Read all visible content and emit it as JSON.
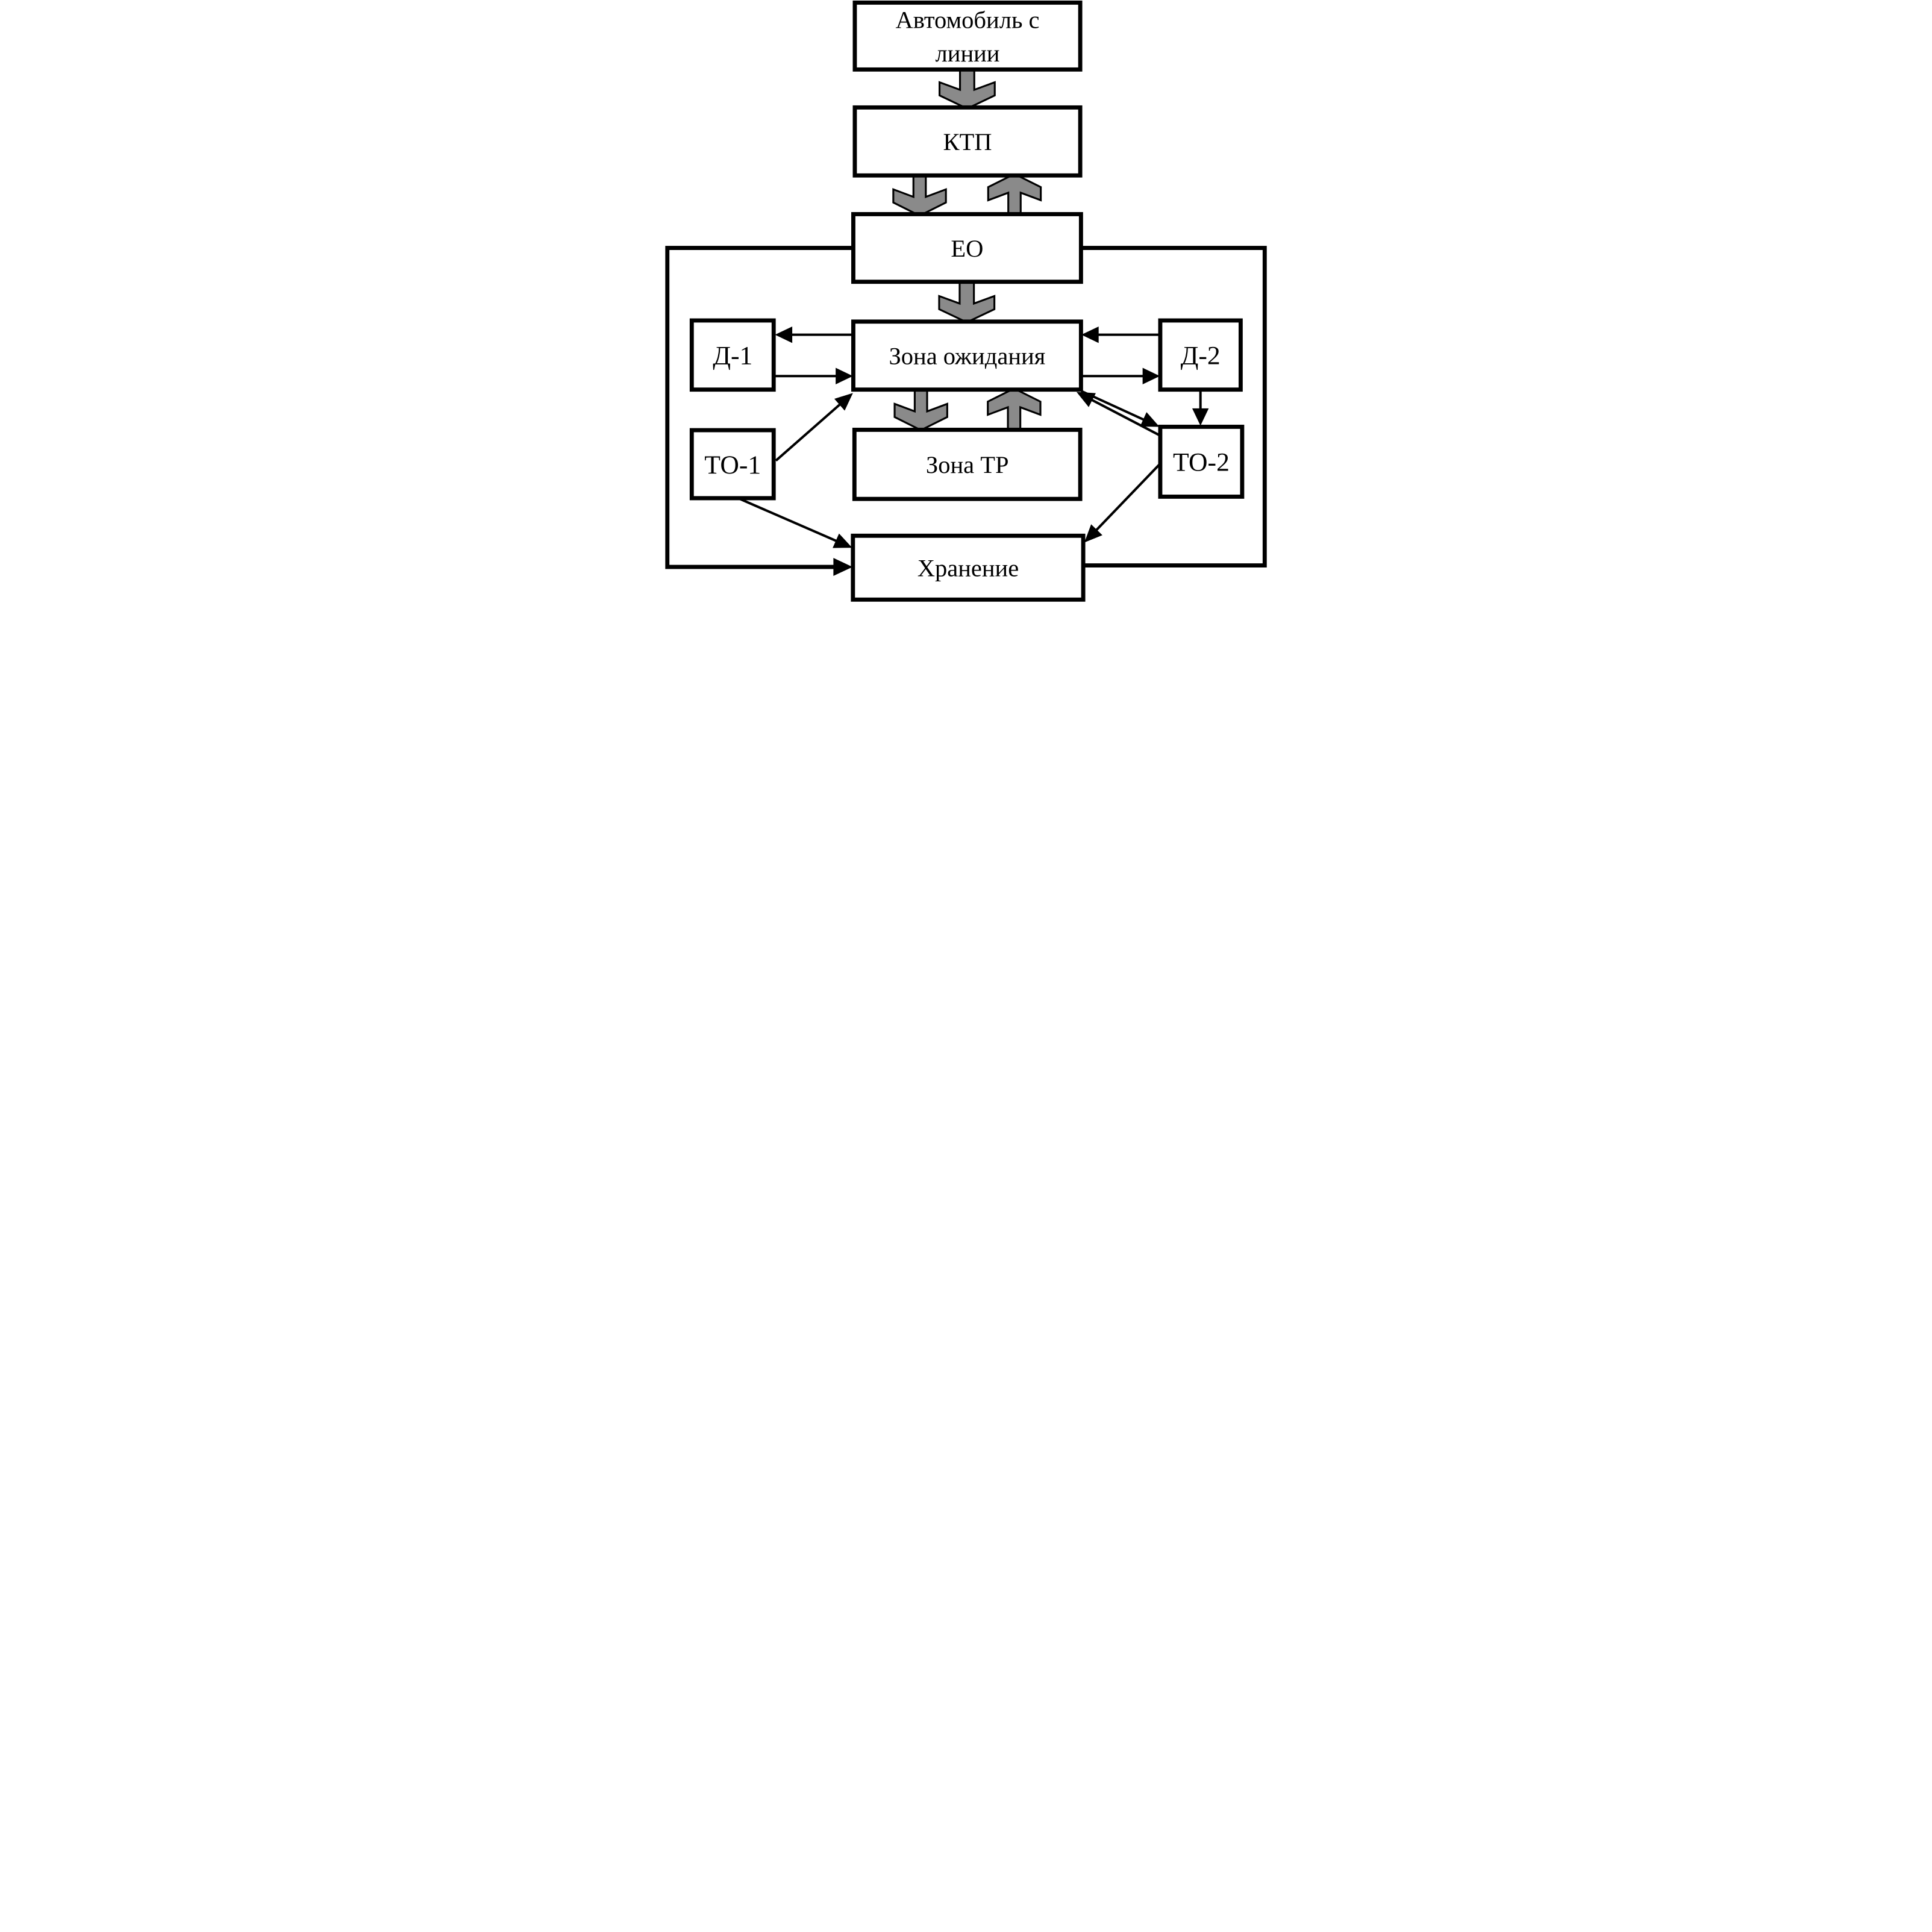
{
  "diagram": {
    "language": "ru",
    "colors": {
      "background": "#ffffff",
      "line": "#000000",
      "big_arrow_fill": "#8a8a8a"
    },
    "nodes": {
      "avto": {
        "line1": "Автомобиль с",
        "line2": "линии"
      },
      "ktp": {
        "label": "КТП"
      },
      "eo": {
        "label": "ЕО"
      },
      "wait": {
        "label": "Зона ожидания"
      },
      "tr": {
        "label": "Зона ТР"
      },
      "store": {
        "label": "Хранение"
      },
      "d1": {
        "label": "Д-1"
      },
      "d2": {
        "label": "Д-2"
      },
      "to1": {
        "label": "ТО-1"
      },
      "to2": {
        "label": "ТО-2"
      }
    },
    "edges": [
      {
        "from": "avto",
        "to": "ktp",
        "style": "big-gray"
      },
      {
        "from": "ktp",
        "to": "eo",
        "style": "big-gray"
      },
      {
        "from": "eo",
        "to": "ktp",
        "style": "big-gray"
      },
      {
        "from": "eo",
        "to": "wait",
        "style": "big-gray"
      },
      {
        "from": "wait",
        "to": "tr",
        "style": "big-gray"
      },
      {
        "from": "tr",
        "to": "wait",
        "style": "big-gray"
      },
      {
        "from": "wait",
        "to": "d1",
        "style": "thin"
      },
      {
        "from": "d1",
        "to": "wait",
        "style": "thin"
      },
      {
        "from": "d2",
        "to": "wait",
        "style": "thin"
      },
      {
        "from": "wait",
        "to": "d2",
        "style": "thin"
      },
      {
        "from": "d2",
        "to": "to2",
        "style": "thin"
      },
      {
        "from": "to1",
        "to": "wait",
        "style": "thin"
      },
      {
        "from": "to1",
        "to": "store",
        "style": "thin"
      },
      {
        "from": "wait",
        "to": "to2",
        "style": "thin"
      },
      {
        "from": "to2",
        "to": "wait",
        "style": "thin"
      },
      {
        "from": "to2",
        "to": "store",
        "style": "thin"
      },
      {
        "from": "eo",
        "to": "store",
        "style": "loop-left-arrow"
      },
      {
        "from": "store",
        "to": "eo",
        "style": "loop-right"
      }
    ]
  }
}
